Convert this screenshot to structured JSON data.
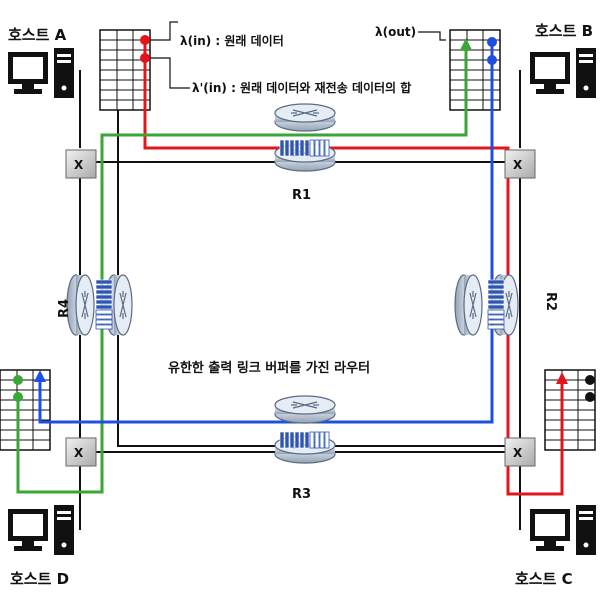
{
  "hosts": {
    "a": "호스트 A",
    "b": "호스트 B",
    "c": "호스트 C",
    "d": "호스트 D"
  },
  "annotations": {
    "lambda_in": "λ(in) : 원래 데이터",
    "lambda_in_prime": "λ'(in) : 원래 데이터와 재전송 데이터의 합",
    "lambda_out": "λ(out)"
  },
  "routers": {
    "r1": "R1",
    "r2": "R2",
    "r3": "R3",
    "r4": "R4"
  },
  "switch_label": "X",
  "center_caption": "유한한 출력 링크 버퍼를 가진 라우터",
  "colors": {
    "red": "#e3141b",
    "green": "#3aa635",
    "blue": "#1f4fe0",
    "black": "#111111",
    "buffer_fill": "#2e55b5",
    "router_body": "#cfd8e3"
  }
}
